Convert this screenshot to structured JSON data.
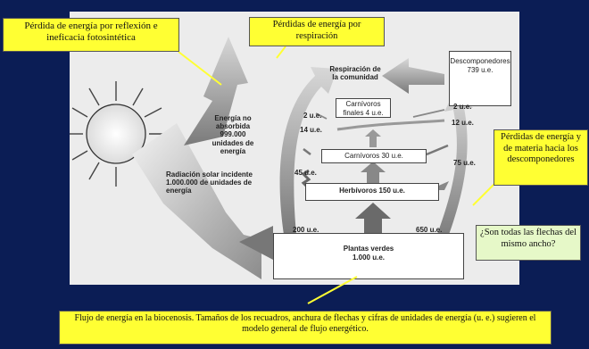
{
  "diagram": {
    "sun_label": "Radiación solar incidente 1.000.000 de unidades de energía",
    "unabsorbed_label": "Energía no absorbida 999.000 unidades de energía",
    "respiration_label": "Respiración de la comunidad",
    "decomposers_box": "Descomponedores 739 u.e.",
    "final_carnivores_box": "Carnívoros finales 4 u.e.",
    "carnivores_box": "Carnívoros 30 u.e.",
    "herbivores_box": "Herbívoros 150 u.e.",
    "plants_box_title": "Plantas verdes",
    "plants_box_value": "1.000 u.e.",
    "flows": {
      "left_2": "2 u.e.",
      "left_14": "14 u.e.",
      "left_45": "45 u.e.",
      "left_200": "200 u.e.",
      "right_2": "2 u.e.",
      "right_12": "12 u.e.",
      "right_75": "75 u.e.",
      "right_650": "650 u.e."
    }
  },
  "callouts": {
    "reflection": "Pérdida de energía por reflexión e ineficacia fotosintética",
    "respiration": "Pérdidas de energía por respiración",
    "decomposers": "Pérdidas de energía y de materia hacia los descomponedores",
    "question": "¿Son todas las flechas del mismo ancho?",
    "caption": "Flujo de energía en la biocenosis. Tamaños de los recuadros, anchura de flechas y cifras de unidades de energía (u. e.) sugieren el modelo general de flujo energético."
  }
}
